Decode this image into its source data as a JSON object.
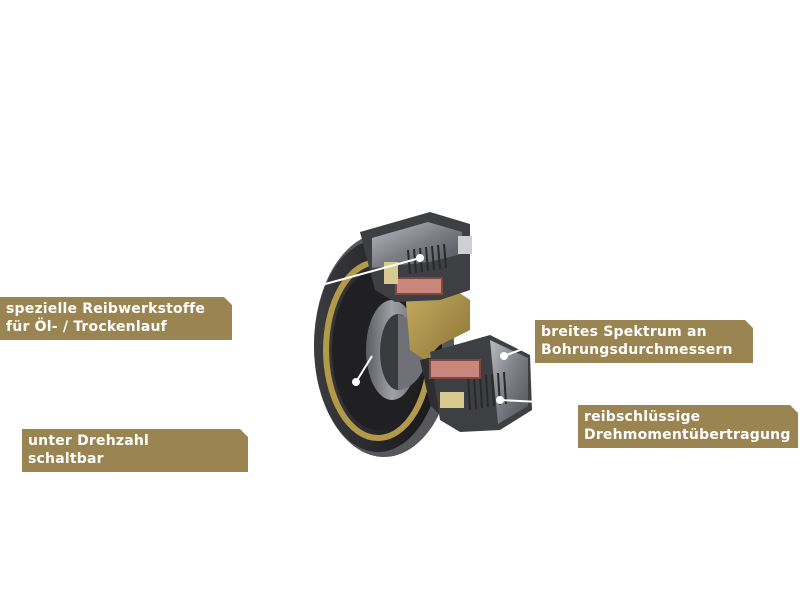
{
  "colors": {
    "label_bg": "#9a8452",
    "label_text": "#ffffff",
    "leader": "#ffffff",
    "body_dark": "#2b2b2d",
    "body_mid": "#4a4b4f",
    "metal": "#8e9096",
    "gold": "#b39a4a",
    "friction_red": "#c9867a"
  },
  "labels": {
    "friction_materials": {
      "line1": "spezielle Reibwerkstoffe",
      "line2": "für Öl- / Trockenlauf"
    },
    "bore_range": {
      "line1": "breites Spektrum an",
      "line2": "Bohrungsdurchmessern"
    },
    "speed_switchable": {
      "line1": "unter Drehzahl",
      "line2": "schaltbar"
    },
    "torque_transmission": {
      "line1": "reibschlüssige",
      "line2": "Drehmomentübertragung"
    }
  },
  "illustration": {
    "subject": "clutch-cutaway-icon"
  }
}
